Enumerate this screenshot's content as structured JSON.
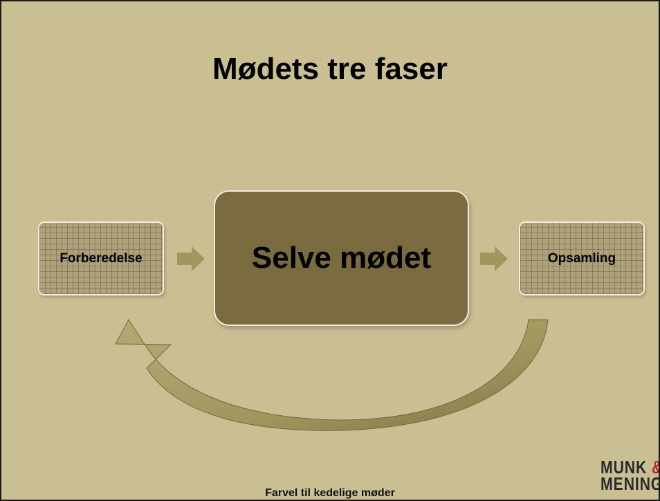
{
  "slide": {
    "title": "Mødets tre faser",
    "footer": "Farvel til kedelige møder"
  },
  "diagram": {
    "phases": [
      {
        "id": "prep",
        "label": "Forberedelse"
      },
      {
        "id": "main",
        "label": "Selve mødet"
      },
      {
        "id": "post",
        "label": "Opsamling"
      }
    ],
    "connectors": [
      {
        "from": "prep",
        "to": "main",
        "icon": "arrow-right-icon"
      },
      {
        "from": "main",
        "to": "post",
        "icon": "arrow-right-icon"
      },
      {
        "from": "post",
        "to": "prep",
        "icon": "curved-return-arrow-icon"
      }
    ]
  },
  "logo": {
    "line1": "MUNK",
    "ampersand": "&",
    "line2": "MENING"
  },
  "colors": {
    "background": "#cabf93",
    "main_box": "#7a6b41",
    "side_box": "#aea27c",
    "arrow": "#a1975e",
    "logo_accent": "#b3262a"
  }
}
